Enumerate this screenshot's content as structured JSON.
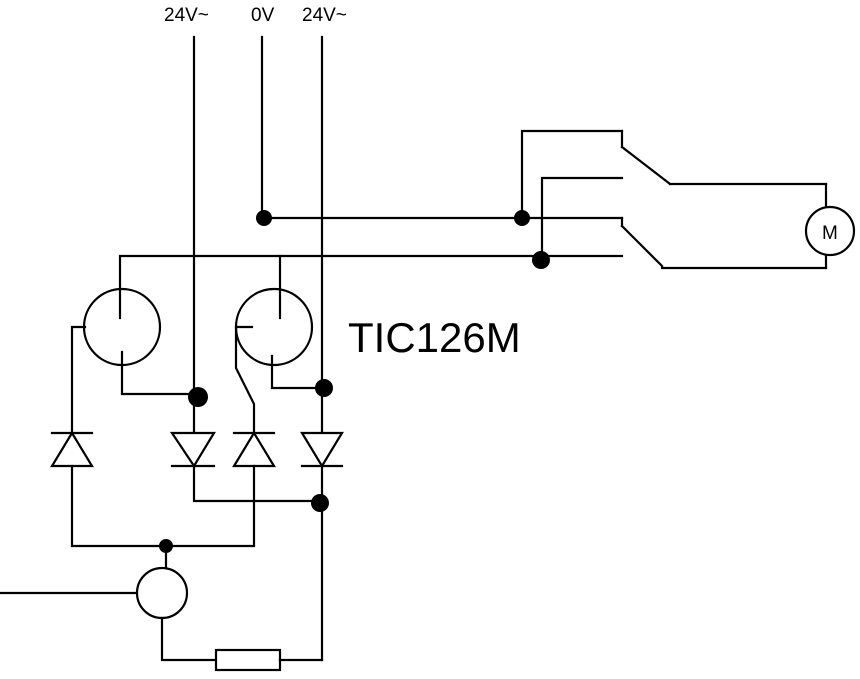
{
  "labels": {
    "rail_left": "24V~",
    "rail_mid": "0V",
    "rail_right": "24V~",
    "thyristor": "TIC126M",
    "motor": "M"
  }
}
